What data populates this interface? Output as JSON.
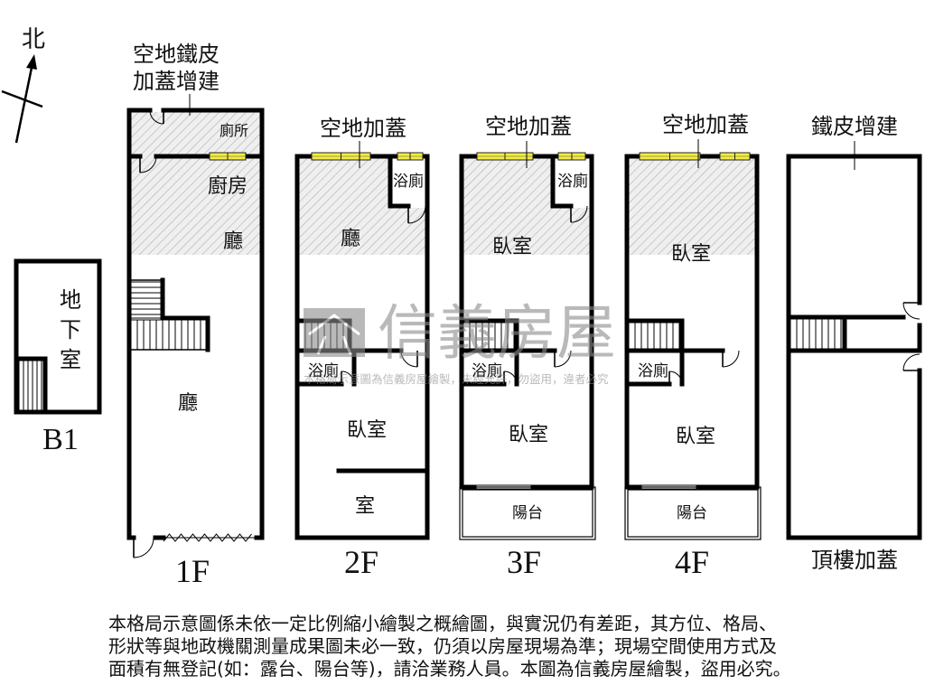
{
  "compass": {
    "north_label": "北"
  },
  "b1": {
    "room_label": "地下室",
    "floor_label": "B1"
  },
  "f1": {
    "note_line1": "空地鐵皮",
    "note_line2": "加蓋增建",
    "toilet_label": "廁所",
    "kitchen_label": "廚房",
    "hall_upper_label": "廳",
    "hall_main_label": "廳",
    "floor_label": "1F"
  },
  "f2": {
    "note": "空地加蓋",
    "bath_upper_label": "浴廁",
    "hall_label": "廳",
    "bath_lower_label": "浴廁",
    "bedroom_label": "臥室",
    "room_bottom_label": "室",
    "floor_label": "2F"
  },
  "f3": {
    "note": "空地加蓋",
    "bath_upper_label": "浴廁",
    "bedroom_upper_label": "臥室",
    "bath_lower_label": "浴廁",
    "bedroom_lower_label": "臥室",
    "balcony_label": "陽台",
    "floor_label": "3F"
  },
  "f4": {
    "note": "空地加蓋",
    "bedroom_upper_label": "臥室",
    "bath_lower_label": "浴廁",
    "bedroom_lower_label": "臥室",
    "balcony_label": "陽台",
    "floor_label": "4F"
  },
  "roof": {
    "note": "鐵皮增建",
    "floor_label": "頂樓加蓋"
  },
  "watermark": {
    "brand": "信義房屋",
    "notice": "本格局示意圖為信義房屋繪製，未經允許，勿盜用，違者必究"
  },
  "disclaimer": {
    "lines": [
      "本格局示意圖係未依一定比例縮小繪製之概繪圖，與實況仍有差距，其方位、格局、",
      "形狀等與地政機關測量成果圖未必一致，仍須以房屋現場為準；現場空間使用方式及",
      "面積有無登記(如：露台、陽台等)，請洽業務人員。本圖為信義房屋繪製，盜用必究。"
    ]
  },
  "colors": {
    "background": "#ffffff",
    "wall": "#000000",
    "window": "#f2ec43",
    "hatch": "#b3b3b3",
    "hatch_bg": "#efefef",
    "watermark": "#8c8c8c"
  }
}
